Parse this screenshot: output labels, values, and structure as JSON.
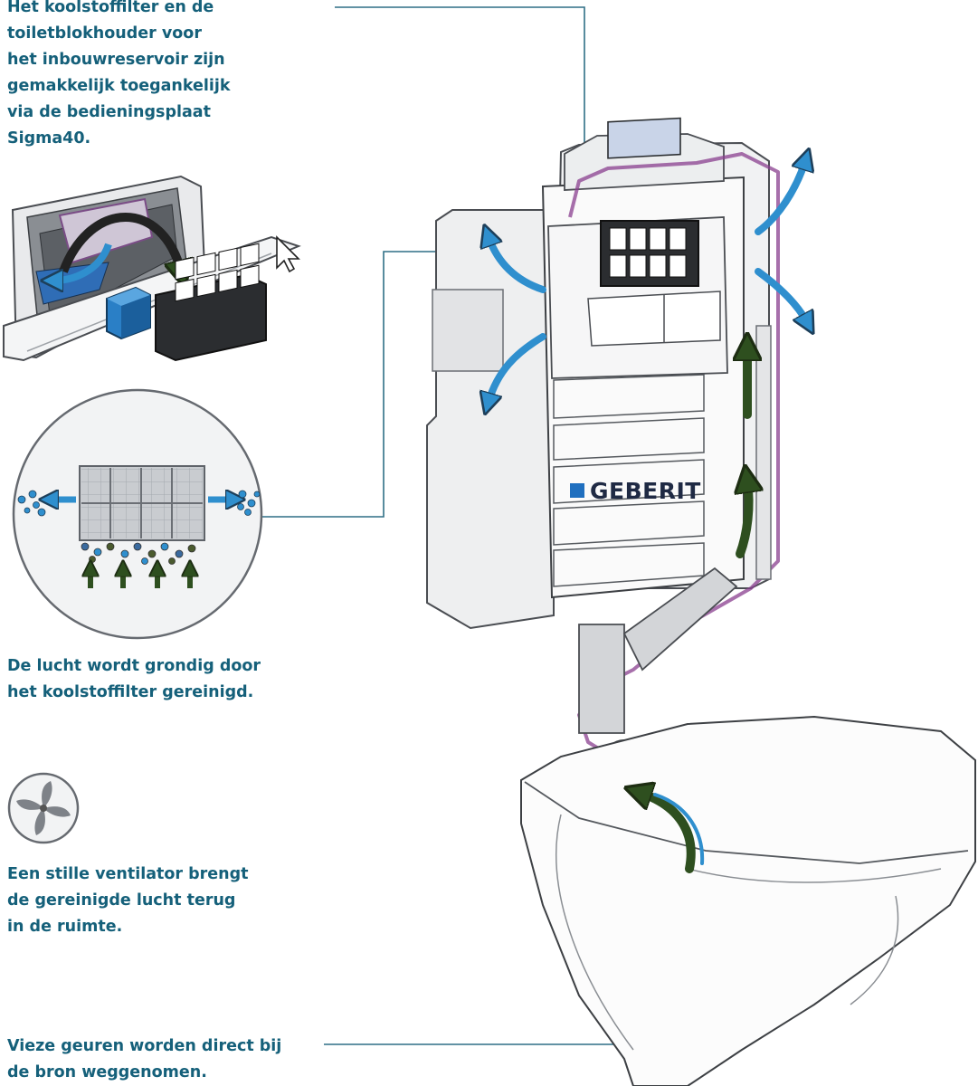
{
  "captions": {
    "filter_access": "Het koolstoffilter en de\ntoiletblokhouder voor\nhet inbouwreservoir zijn\ngemakkelijk toegankelijk\nvia de bedieningsplaat\nSigma40.",
    "air_cleaned": "De lucht wordt grondig door\nhet koolstoffilter gereinigd.",
    "fan_return": "Een stille ventilator brengt\nde gereinigde lucht terug\nin de ruimte.",
    "odour_source": "Vieze geuren worden direct bij\nde bron weggenomen."
  },
  "brand": "GEBERIT",
  "colors": {
    "caption_text": "#15607a",
    "leader_line": "#2f6f86",
    "air_arrow": "#2f8fce",
    "odour_arrow": "#2e4f1f",
    "duct_outline": "#8a3f8f"
  },
  "icons": [
    "fan-icon",
    "cursor-icon",
    "carbon-filter-icon",
    "toilet-block-holder-icon"
  ]
}
